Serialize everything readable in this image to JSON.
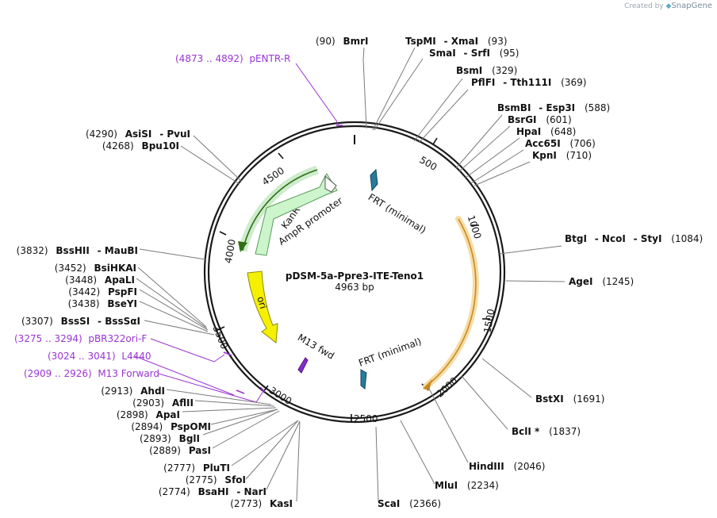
{
  "credit": {
    "prefix": "Created by",
    "brand": "SnapGene"
  },
  "plasmid": {
    "name": "pDSM-5a-Ppre3-ITE-Teno1",
    "length_label": "4963 bp",
    "length": 4963
  },
  "ticks": [
    "500",
    "1000",
    "1500",
    "2000",
    "2500",
    "3000",
    "3500",
    "4000",
    "4500"
  ],
  "features": {
    "frt1": "FRT (minimal)",
    "frt2": "FRT (minimal)",
    "m13": "M13 fwd",
    "ori": "ori",
    "kanr": "KanR",
    "ampr": "AmpR promoter"
  },
  "sites": [
    {
      "pos": "(90)",
      "name": "BmrI"
    },
    {
      "name": "TspMI",
      "name2": "- XmaI",
      "pos": "(93)"
    },
    {
      "name": "SmaI",
      "name2": "- SrfI",
      "pos": "(95)"
    },
    {
      "name": "BsmI",
      "pos": "(329)"
    },
    {
      "name": "PflFI",
      "name2": "- Tth111I",
      "pos": "(369)"
    },
    {
      "name": "BsmBI",
      "name2": "- Esp3I",
      "pos": "(588)"
    },
    {
      "name": "BsrGI",
      "pos": "(601)"
    },
    {
      "name": "HpaI",
      "pos": "(648)"
    },
    {
      "name": "Acc65I",
      "pos": "(706)"
    },
    {
      "name": "KpnI",
      "pos": "(710)"
    },
    {
      "name": "BtgI",
      "name2": "- NcoI",
      "name3": "- StyI",
      "pos": "(1084)"
    },
    {
      "name": "AgeI",
      "pos": "(1245)"
    },
    {
      "name": "BstXI",
      "pos": "(1691)"
    },
    {
      "name": "BclI *",
      "pos": "(1837)"
    },
    {
      "name": "HindIII",
      "pos": "(2046)"
    },
    {
      "name": "MluI",
      "pos": "(2234)"
    },
    {
      "name": "ScaI",
      "pos": "(2366)"
    },
    {
      "pos": "(2773)",
      "name": "KasI"
    },
    {
      "pos": "(2774)",
      "name": "BsaHI",
      "name2": "- NarI"
    },
    {
      "pos": "(2775)",
      "name": "SfoI"
    },
    {
      "pos": "(2777)",
      "name": "PluTI"
    },
    {
      "pos": "(2889)",
      "name": "PasI"
    },
    {
      "pos": "(2893)",
      "name": "BglI"
    },
    {
      "pos": "(2894)",
      "name": "PspOMI"
    },
    {
      "pos": "(2898)",
      "name": "ApaI"
    },
    {
      "pos": "(2903)",
      "name": "AflII"
    },
    {
      "pos": "(2913)",
      "name": "AhdI"
    },
    {
      "pos": "(3307)",
      "name": "BssSI",
      "name2": "- BssSαI"
    },
    {
      "pos": "(3438)",
      "name": "BseYI"
    },
    {
      "pos": "(3442)",
      "name": "PspFI"
    },
    {
      "pos": "(3448)",
      "name": "ApaLI"
    },
    {
      "pos": "(3452)",
      "name": "BsiHKAI"
    },
    {
      "pos": "(3832)",
      "name": "BssHII",
      "name2": "- MauBI"
    },
    {
      "pos": "(4268)",
      "name": "Bpu10I"
    },
    {
      "pos": "(4290)",
      "name": "AsiSI",
      "name2": "- PvuI"
    }
  ],
  "primers": [
    {
      "label": "(4873 .. 4892)  pENTR-R"
    },
    {
      "label": "(3275 .. 3294)  pBR322ori-F"
    },
    {
      "label": "(3024 .. 3041)  L4440"
    },
    {
      "label": "(2909 .. 2926)  M13 Forward"
    }
  ]
}
